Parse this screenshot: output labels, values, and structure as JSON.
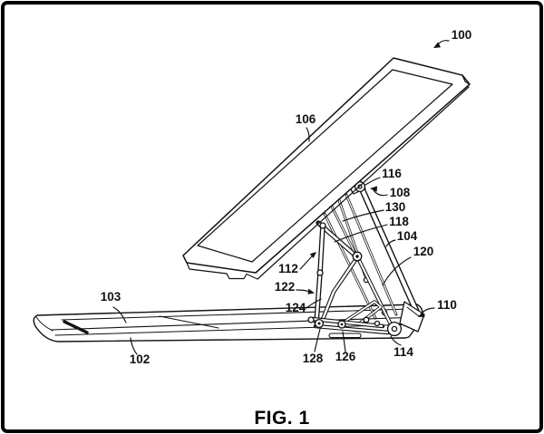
{
  "figure": {
    "caption": "FIG. 1",
    "description": "patent-style line drawing of a tablet device with kickstand linkage",
    "labels": [
      {
        "num": "100"
      },
      {
        "num": "102"
      },
      {
        "num": "103"
      },
      {
        "num": "104"
      },
      {
        "num": "106"
      },
      {
        "num": "108"
      },
      {
        "num": "110"
      },
      {
        "num": "112"
      },
      {
        "num": "114"
      },
      {
        "num": "116"
      },
      {
        "num": "118"
      },
      {
        "num": "120"
      },
      {
        "num": "122"
      },
      {
        "num": "124"
      },
      {
        "num": "126"
      },
      {
        "num": "128"
      },
      {
        "num": "130"
      }
    ]
  },
  "colors": {
    "ink": "#111111",
    "background": "#ffffff",
    "border": "#000000"
  }
}
